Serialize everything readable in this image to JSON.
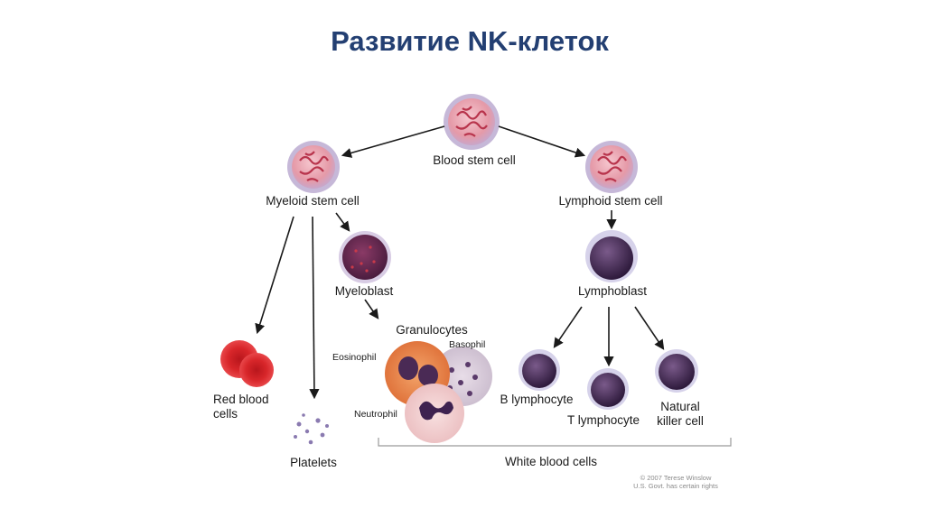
{
  "title": "Развитие NK-клеток",
  "nodes": {
    "blood_stem_cell": "Blood stem cell",
    "myeloid_stem_cell": "Myeloid stem cell",
    "lymphoid_stem_cell": "Lymphoid stem cell",
    "myeloblast": "Myeloblast",
    "lymphoblast": "Lymphoblast",
    "granulocytes": "Granulocytes",
    "eosinophil": "Eosinophil",
    "basophil": "Basophil",
    "neutrophil": "Neutrophil",
    "red_blood_cells_line1": "Red blood",
    "red_blood_cells_line2": "cells",
    "platelets": "Platelets",
    "b_lymphocyte": "B lymphocyte",
    "t_lymphocyte": "T lymphocyte",
    "nk_line1": "Natural",
    "nk_line2": "killer cell",
    "white_blood_cells": "White blood cells"
  },
  "credit": {
    "line1": "© 2007 Terese Winslow",
    "line2": "U.S. Govt. has certain rights"
  },
  "colors": {
    "title": "#233f72",
    "stem_cell": "#d9667a",
    "blast": "#6b2a55",
    "red_cell": "#d8262a",
    "lymphocyte": "#4a2a5a"
  }
}
